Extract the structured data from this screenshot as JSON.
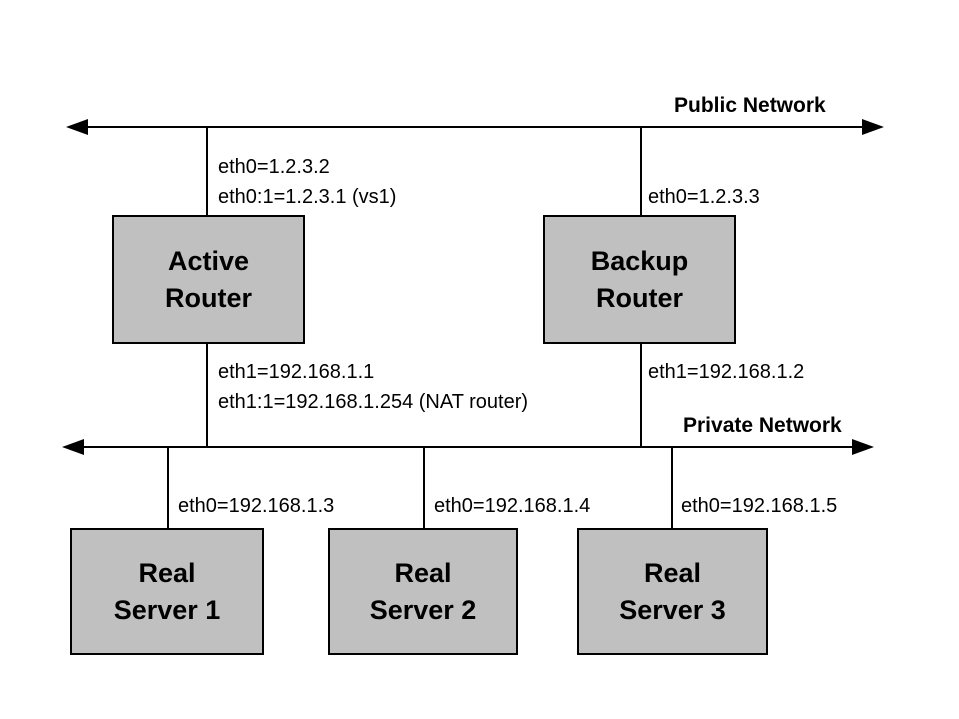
{
  "colors": {
    "background": "#ffffff",
    "box_fill": "#c0c0c0",
    "line": "#000000",
    "text": "#000000"
  },
  "network_labels": {
    "public": "Public Network",
    "private": "Private Network"
  },
  "nodes": {
    "active_router": {
      "label": "Active\nRouter"
    },
    "backup_router": {
      "label": "Backup\nRouter"
    },
    "real_server_1": {
      "label": "Real\nServer 1"
    },
    "real_server_2": {
      "label": "Real\nServer 2"
    },
    "real_server_3": {
      "label": "Real\nServer 3"
    }
  },
  "interface_labels": {
    "active_router_public": [
      "eth0=1.2.3.2",
      "eth0:1=1.2.3.1 (vs1)"
    ],
    "backup_router_public": [
      "eth0=1.2.3.3"
    ],
    "active_router_private": [
      "eth1=192.168.1.1",
      "eth1:1=192.168.1.254 (NAT router)"
    ],
    "backup_router_private": [
      "eth1=192.168.1.2"
    ],
    "real_server_1": [
      "eth0=192.168.1.3"
    ],
    "real_server_2": [
      "eth0=192.168.1.4"
    ],
    "real_server_3": [
      "eth0=192.168.1.5"
    ]
  }
}
